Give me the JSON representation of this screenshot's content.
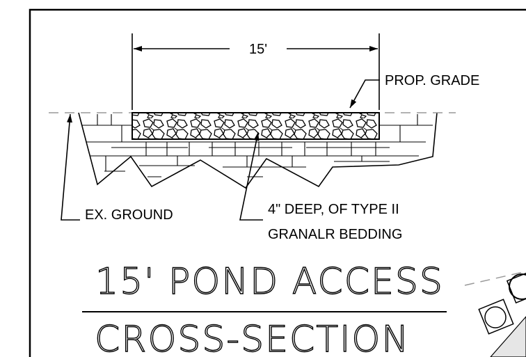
{
  "dimension": {
    "text": "15'"
  },
  "callouts": {
    "prop_grade": "PROP. GRADE",
    "ex_ground": "EX. GROUND",
    "bedding_line1": "4\" DEEP, OF TYPE II",
    "bedding_line2": "GRANALR BEDDING"
  },
  "title": {
    "line1": "15' POND ACCESS",
    "line2": "CROSS-SECTION"
  },
  "colors": {
    "ink": "#000000",
    "grade_line": "#999999",
    "background": "#ffffff"
  }
}
